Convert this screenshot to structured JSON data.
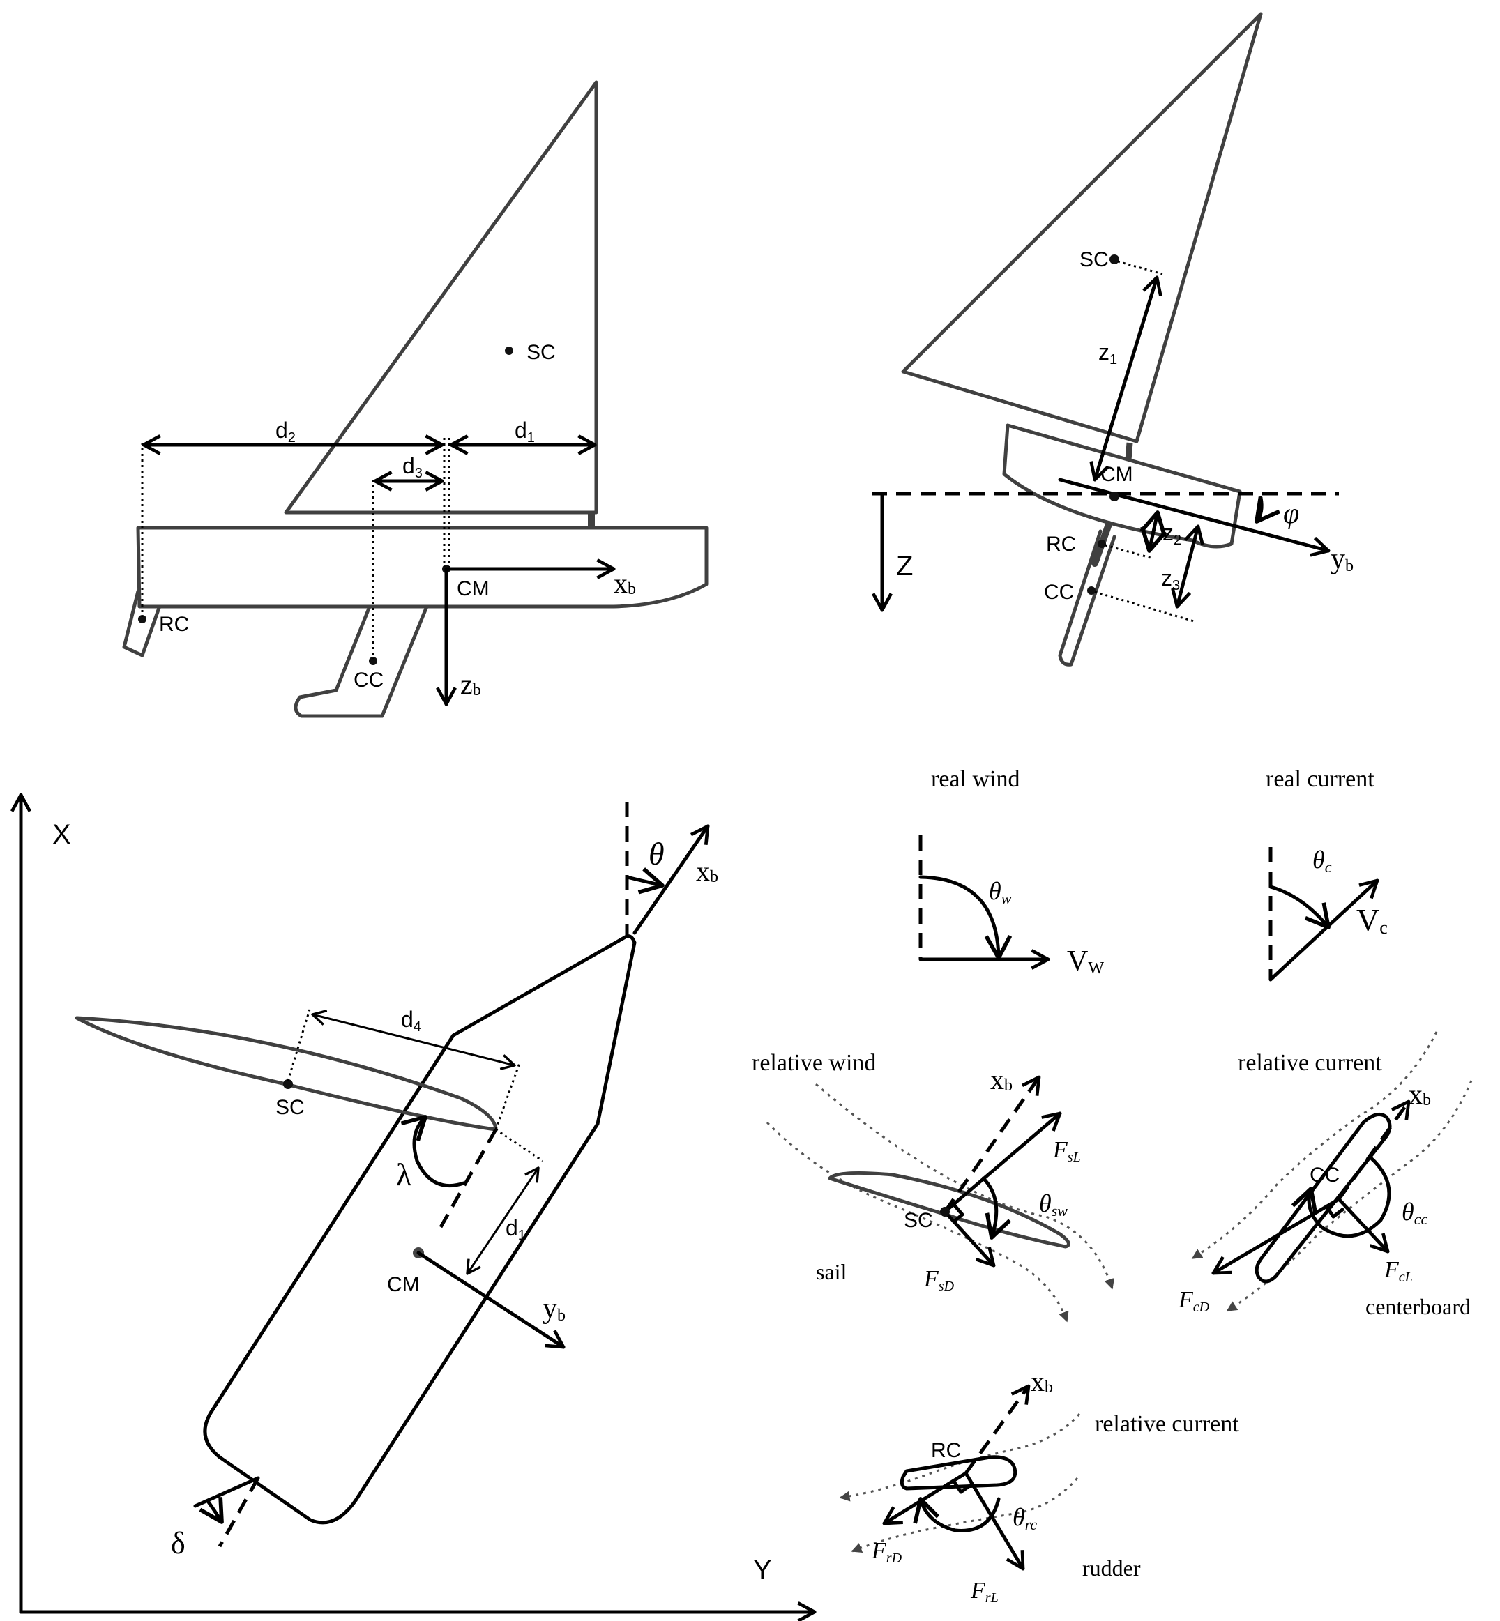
{
  "side_view": {
    "labels": {
      "sc": "SC",
      "rc": "RC",
      "cc": "CC",
      "cm": "CM"
    },
    "d1_base": "d",
    "d1_sub": "1",
    "d2_base": "d",
    "d2_sub": "2",
    "d3_base": "d",
    "d3_sub": "3",
    "xb_base": "x",
    "xb_sub": "b",
    "zb_base": "z",
    "zb_sub": "b"
  },
  "rear_view": {
    "labels": {
      "sc": "SC",
      "cm": "CM",
      "rc": "RC",
      "cc": "CC"
    },
    "z1_base": "z",
    "z1_sub": "1",
    "z2_base": "z",
    "z2_sub": "2",
    "z3_base": "z",
    "z3_sub": "3",
    "z_axis": "Z",
    "yb_base": "y",
    "yb_sub": "b",
    "phi": "φ"
  },
  "top_view": {
    "x_axis": "X",
    "y_axis": "Y",
    "theta": "θ",
    "xb_base": "x",
    "xb_sub": "b",
    "d4_base": "d",
    "d4_sub": "4",
    "d1_base": "d",
    "d1_sub": "1",
    "sc": "SC",
    "cm": "CM",
    "lambda": "λ",
    "yb_base": "y",
    "yb_sub": "b",
    "delta": "δ"
  },
  "real_wind": {
    "title": "real wind",
    "theta_base": "θ",
    "theta_sub": "w",
    "v_base": "V",
    "v_sub": "W"
  },
  "real_current": {
    "title": "real current",
    "theta_base": "θ",
    "theta_sub": "c",
    "v_base": "V",
    "v_sub": "c"
  },
  "relative_wind": {
    "title": "relative wind",
    "xb_base": "x",
    "xb_sub": "b",
    "lift_base": "F",
    "lift_sub": "sL",
    "drag_base": "F",
    "drag_sub": "sD",
    "theta_base": "θ",
    "theta_sub": "sw",
    "sc": "SC",
    "caption": "sail"
  },
  "centerboard": {
    "title": "relative current",
    "xb_base": "x",
    "xb_sub": "b",
    "cc": "CC",
    "theta_base": "θ",
    "theta_sub": "cc",
    "lift_base": "F",
    "lift_sub": "cL",
    "drag_base": "F",
    "drag_sub": "cD",
    "caption": "centerboard"
  },
  "rudder": {
    "title": "relative current",
    "xb_base": "x",
    "xb_sub": "b",
    "rc": "RC",
    "theta_base": "θ",
    "theta_sub": "rc",
    "drag_base": "F",
    "drag_sub": "rD",
    "lift_base": "F",
    "lift_sub": "rL",
    "caption": "rudder"
  }
}
